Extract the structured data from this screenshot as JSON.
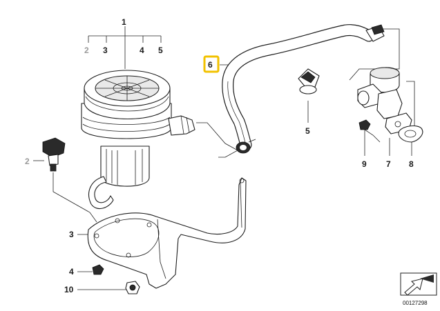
{
  "callouts": {
    "c1": "1",
    "c2a": "2",
    "c3a": "3",
    "c4a": "4",
    "c5a": "5",
    "c6": "6",
    "c5b": "5",
    "c2b": "2",
    "c9": "9",
    "c7": "7",
    "c8": "8",
    "c3b": "3",
    "c4b": "4",
    "c10": "10"
  },
  "highlight_color": "#f2c200",
  "doc_number": "00127298",
  "icons": [
    "air-pump-icon",
    "hose-icon",
    "clamp-icon",
    "valve-icon",
    "bracket-icon",
    "nut-icon",
    "sensor-plug-icon",
    "gasket-icon",
    "arrow-corner-icon"
  ]
}
